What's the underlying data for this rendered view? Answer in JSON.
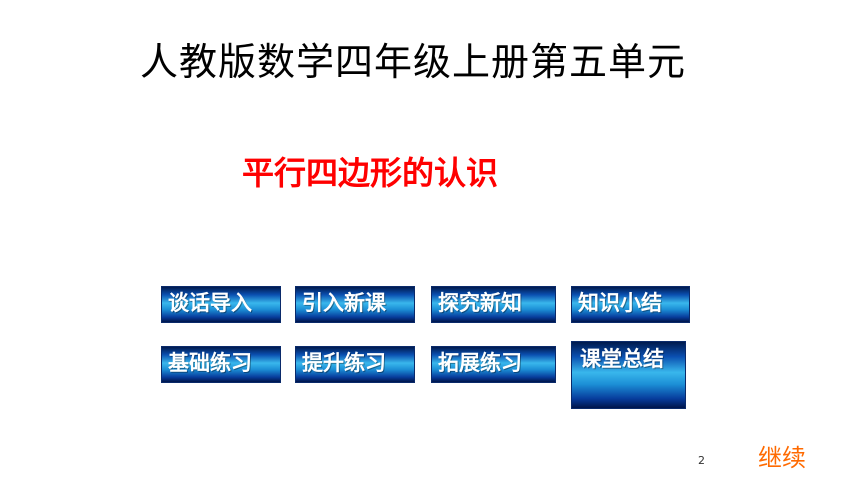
{
  "slide": {
    "title": "人教版数学四年级上册第五单元",
    "subtitle": "平行四边形的认识",
    "nav": {
      "row1": [
        "谈话导入",
        "引入新课",
        "探究新知",
        "知识小结"
      ],
      "row2": [
        "基础练习",
        "提升练习",
        "拓展练习",
        "课堂总结"
      ]
    },
    "page_number": "2",
    "continue_label": "继续"
  },
  "colors": {
    "title": "#000000",
    "subtitle": "#ff0000",
    "button_text": "#ffffff",
    "continue": "#ff6a00"
  }
}
